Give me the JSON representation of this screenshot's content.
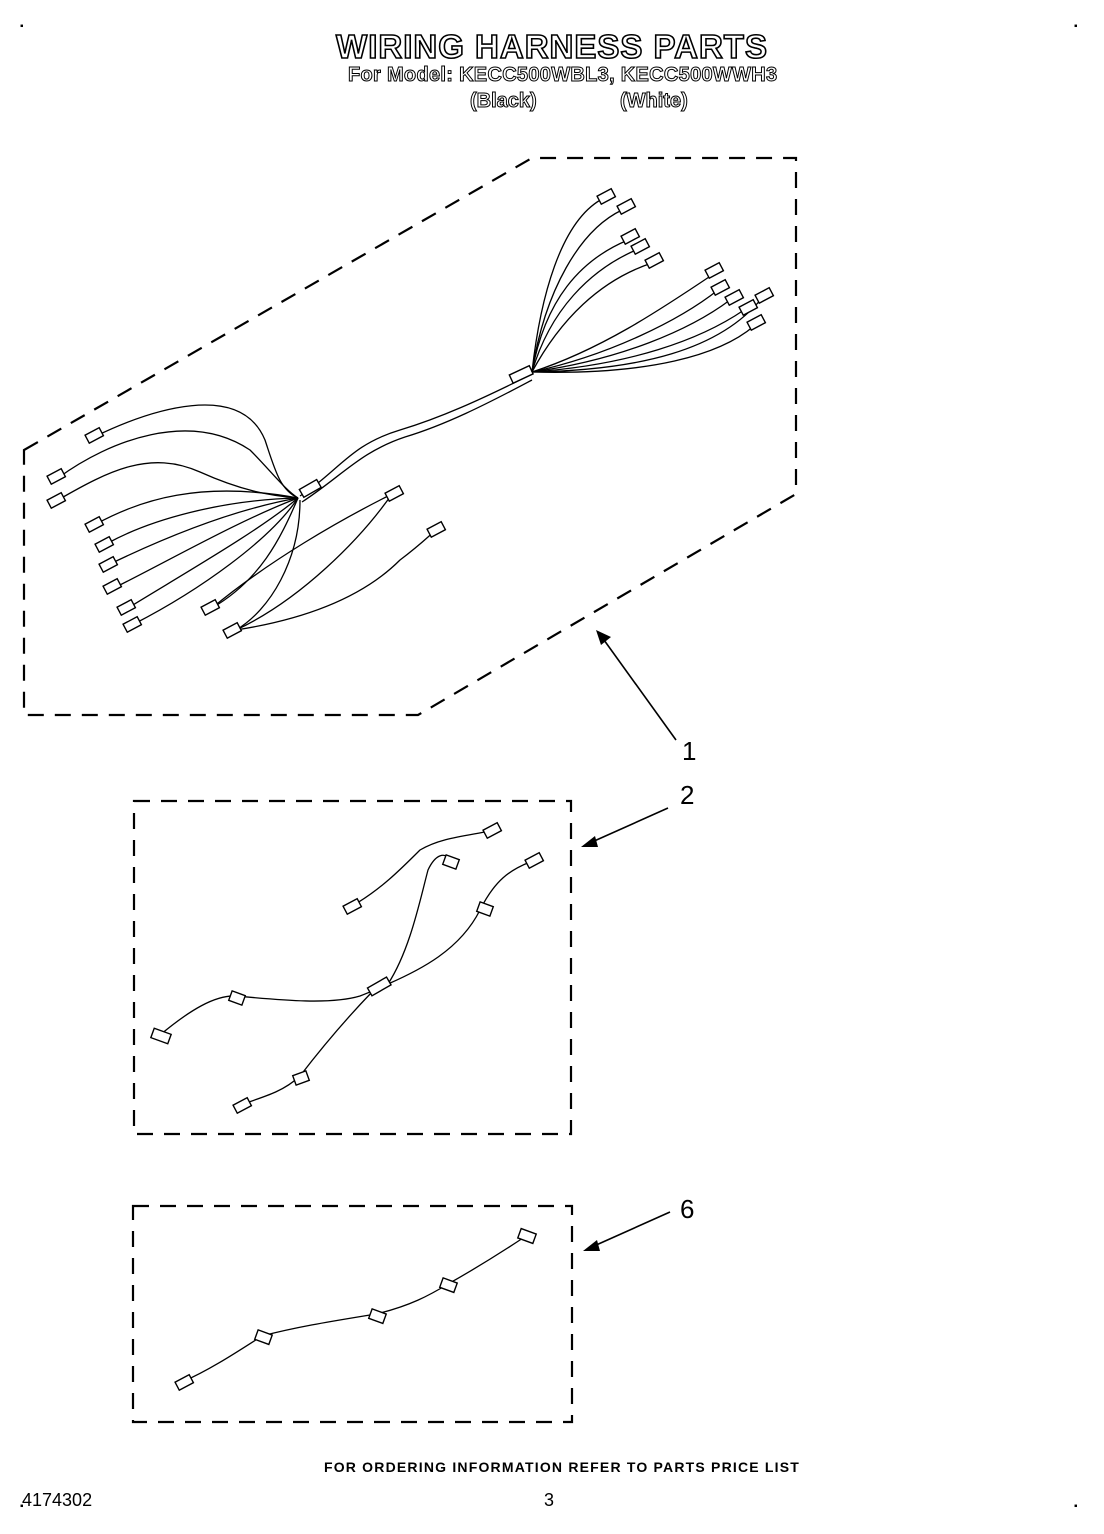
{
  "header": {
    "title": "WIRING HARNESS PARTS",
    "model_line": "For Model: KECC500WBL3, KECC500WWH3",
    "variant_black": "(Black)",
    "variant_white": "(White)"
  },
  "callouts": {
    "part_1": "1",
    "part_2": "2",
    "part_6": "6"
  },
  "footer": {
    "ordering_note": "FOR ORDERING INFORMATION REFER TO PARTS PRICE LIST",
    "document_number": "4174302",
    "page_number": "3"
  },
  "icons": {
    "corner_marks": "corner-tick-icon",
    "terminal": "terminal-icon"
  }
}
